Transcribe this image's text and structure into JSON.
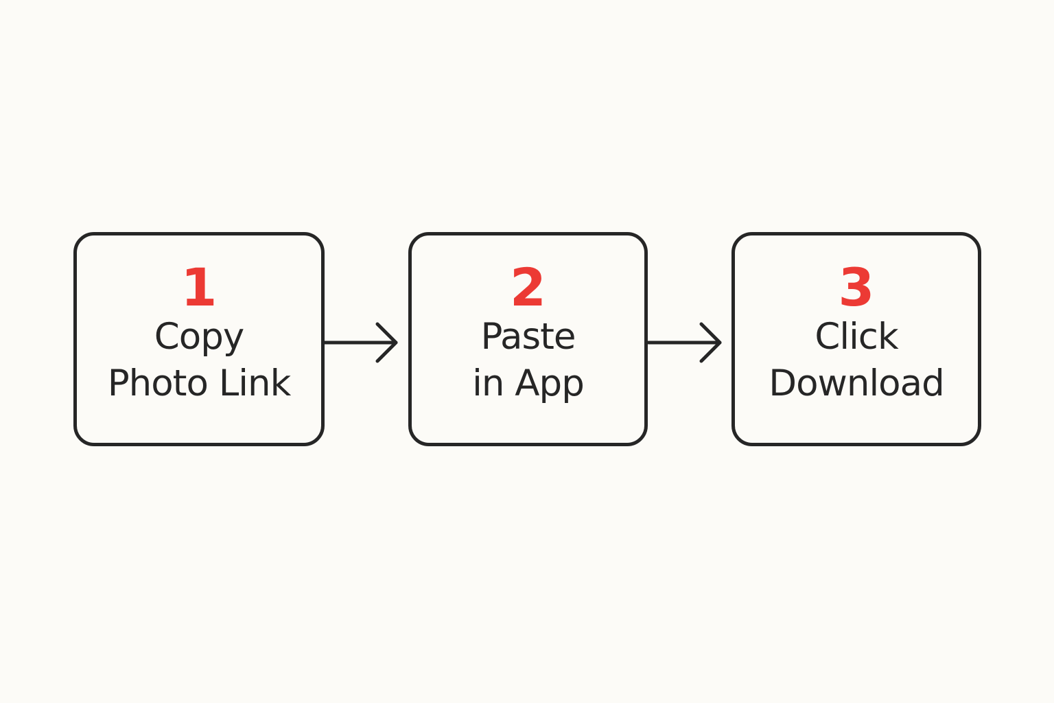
{
  "steps": [
    {
      "number": "1",
      "label": "Copy\nPhoto Link"
    },
    {
      "number": "2",
      "label": "Paste\nin App"
    },
    {
      "number": "3",
      "label": "Click\nDownload"
    }
  ],
  "colors": {
    "background": "#fcfbf7",
    "outline": "#262626",
    "number": "#ec3a34",
    "text": "#262626"
  },
  "connectors": [
    {
      "from": "1",
      "to": "2",
      "icon": "arrow-right-icon"
    },
    {
      "from": "2",
      "to": "3",
      "icon": "arrow-right-icon"
    }
  ]
}
